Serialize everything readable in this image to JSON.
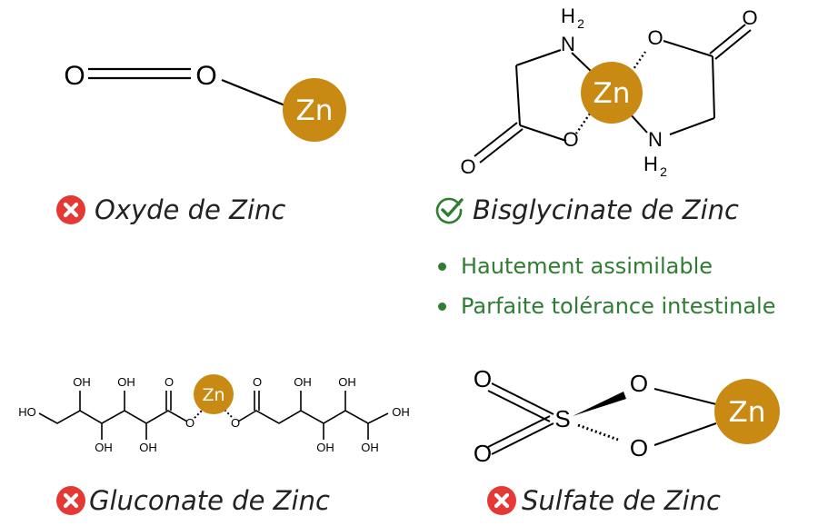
{
  "colors": {
    "zinc": "#c98a13",
    "bad": "#e53935",
    "good": "#2e7d32"
  },
  "zinc_symbol": "Zn",
  "molecules": {
    "oxide": {
      "name": "Oxyde de Zinc",
      "status": "bad",
      "atoms": [
        "O",
        "O"
      ]
    },
    "bisglycinate": {
      "name": "Bisglycinate de Zinc",
      "status": "good",
      "atoms": [
        "H",
        "2",
        "N",
        "O",
        "O",
        "O",
        "N",
        "H",
        "2",
        "O"
      ],
      "benefits": [
        "Hautement assimilable",
        "Parfaite tolérance intestinale"
      ]
    },
    "gluconate": {
      "name": "Gluconate de Zinc",
      "status": "bad",
      "atoms": [
        "HO",
        "OH",
        "OH",
        "OH",
        "OH",
        "O",
        "O",
        "O",
        "O",
        "OH",
        "OH",
        "OH",
        "OH",
        "OH"
      ]
    },
    "sulfate": {
      "name": "Sulfate de Zinc",
      "status": "bad",
      "atoms": [
        "O",
        "O",
        "S",
        "O",
        "O"
      ]
    }
  }
}
